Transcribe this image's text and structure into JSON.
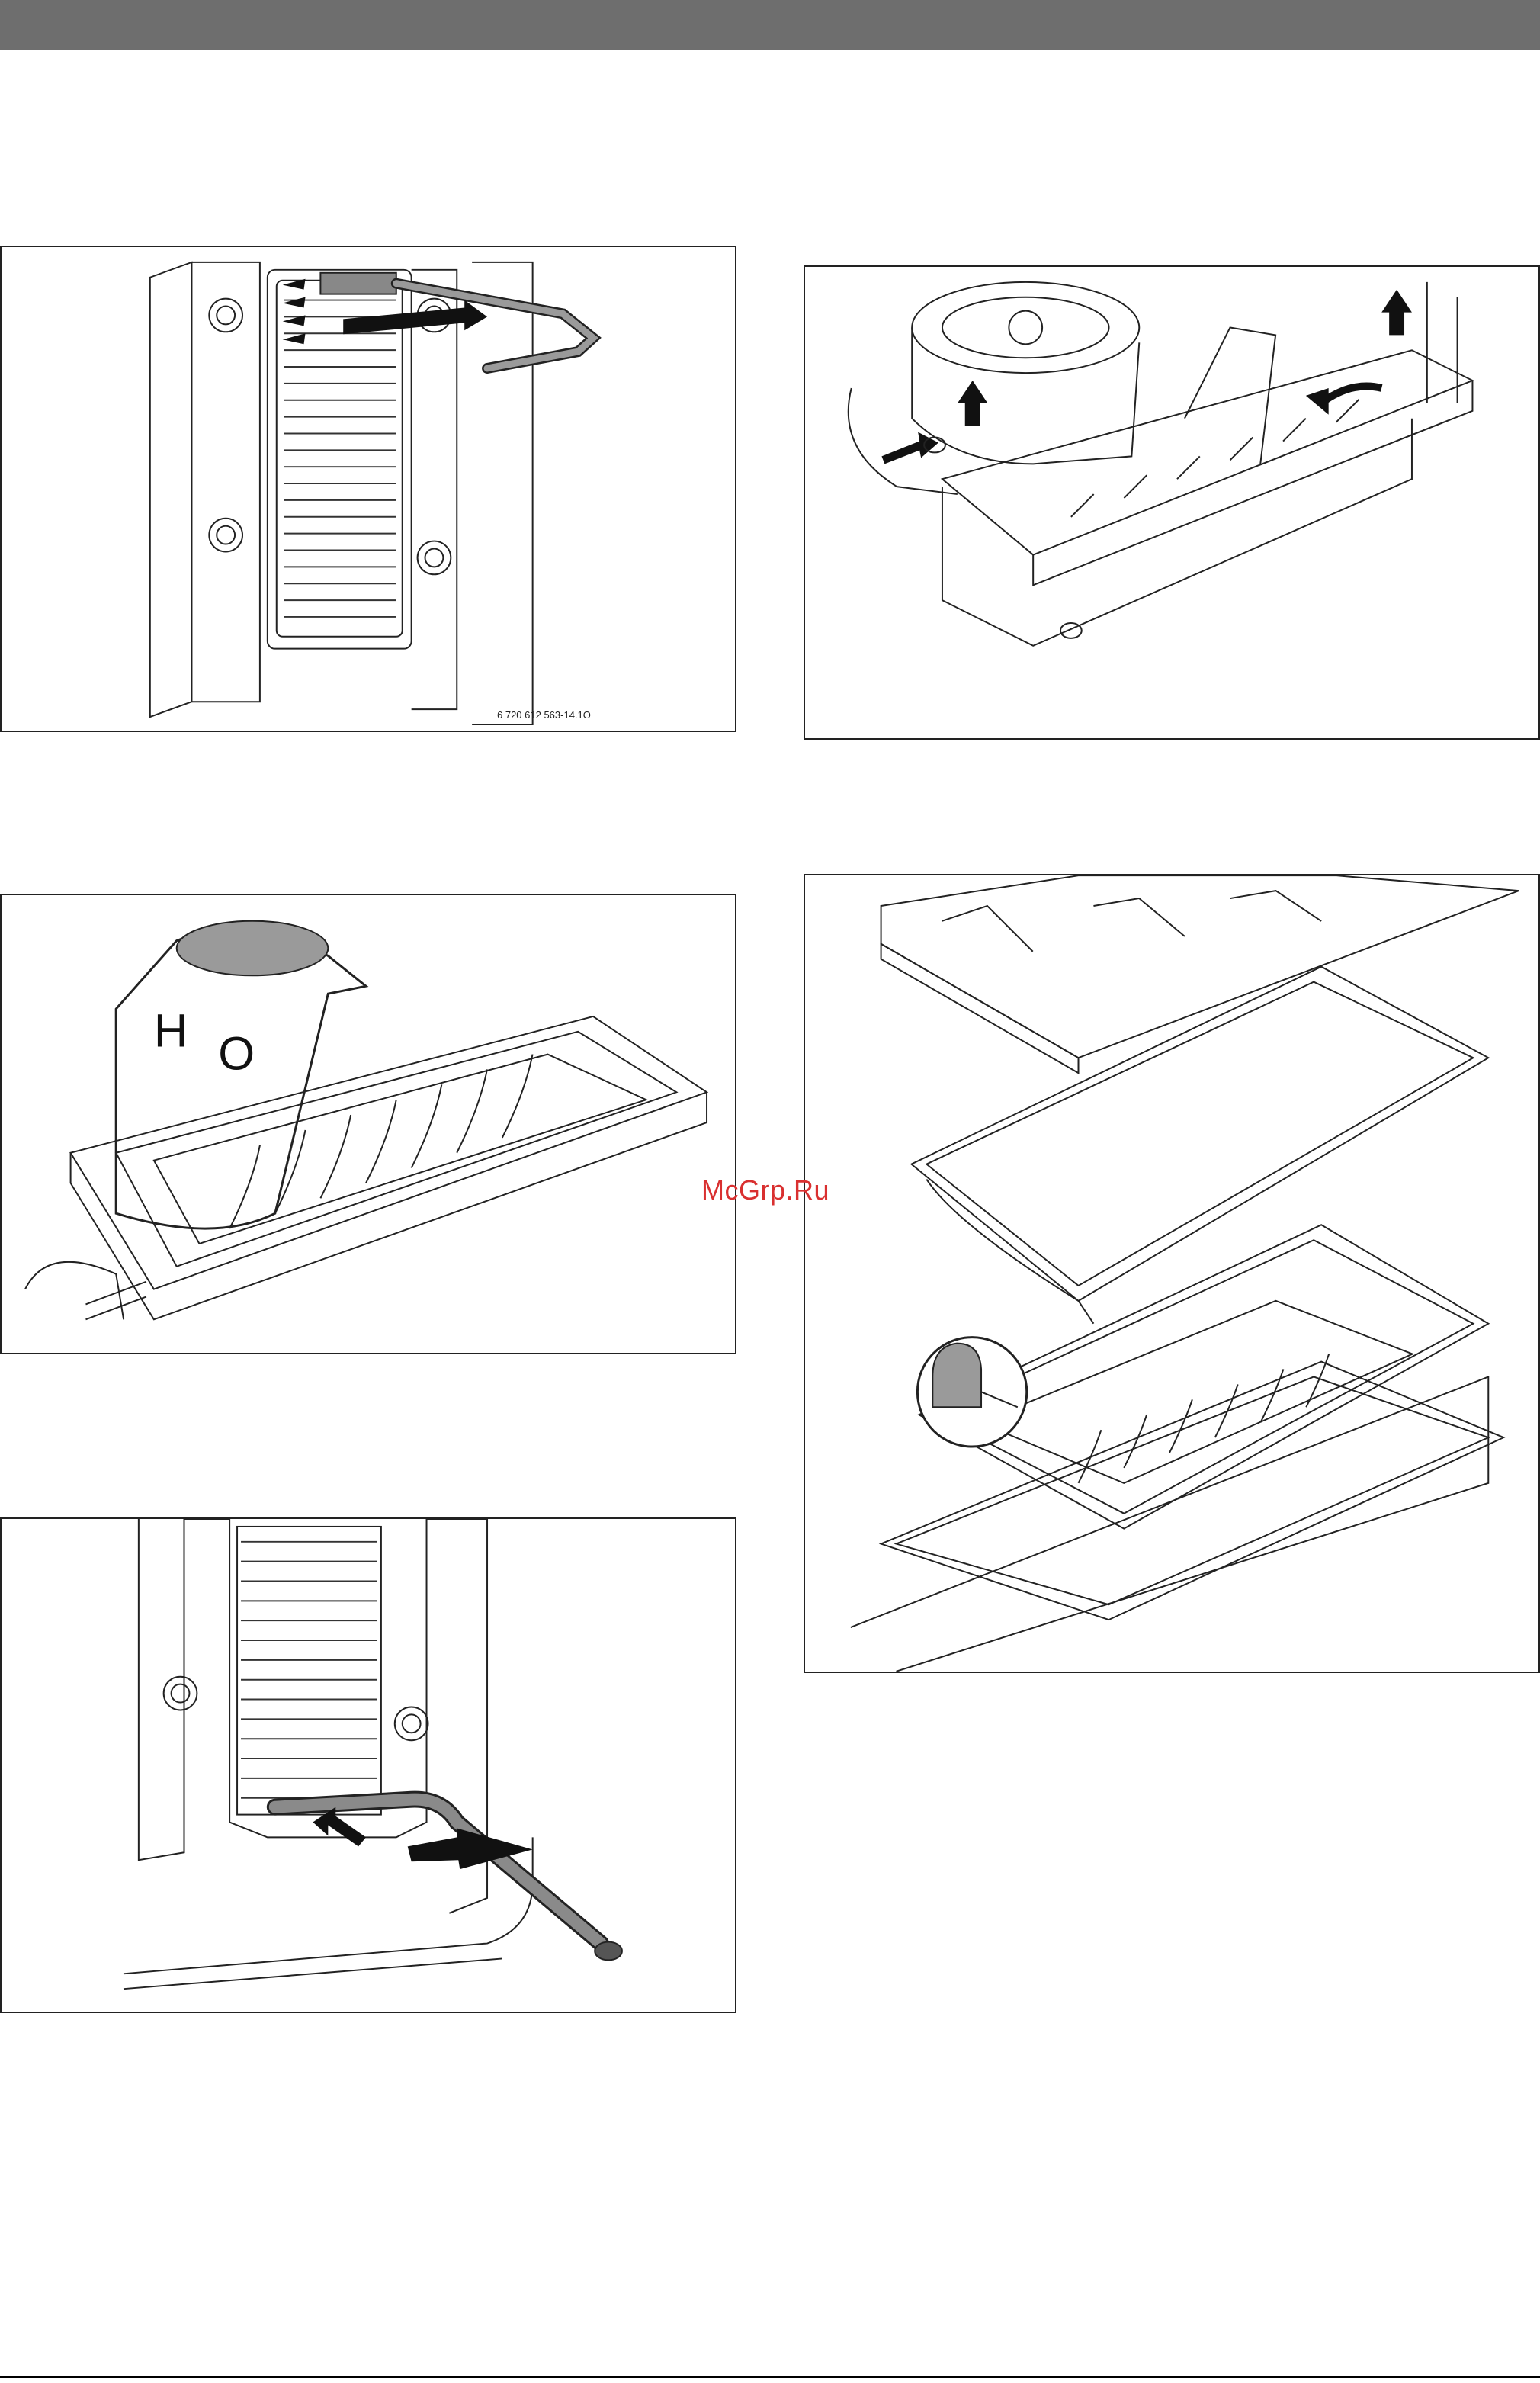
{
  "figures": {
    "fig1": {
      "code": "6 720 612 563-14.1O"
    },
    "fig3": {
      "h_letter": "H",
      "o_letter": "O"
    }
  },
  "watermark": "McGrp.Ru",
  "colors": {
    "header_bar": "#6e6e6e",
    "arrow": "#111111",
    "watermark": "#d93030"
  }
}
